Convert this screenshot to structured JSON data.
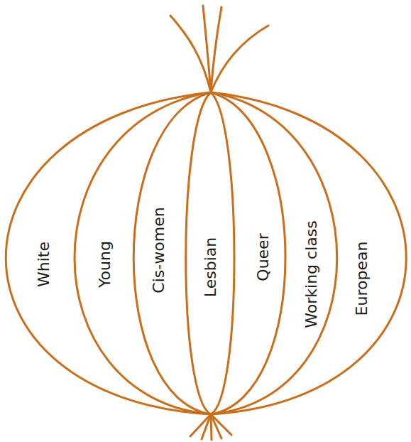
{
  "diagram": {
    "labels": [
      "White",
      "Young",
      "Cis-women",
      "Lesbian",
      "Queer",
      "Working class",
      "European"
    ]
  }
}
